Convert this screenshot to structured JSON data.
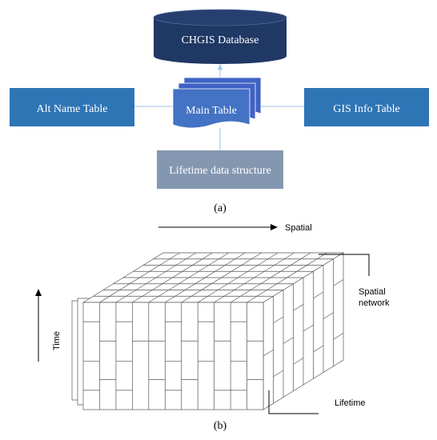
{
  "panel_a": {
    "database_label": "CHGIS Database",
    "alt_name_label": "Alt Name Table",
    "main_table_label": "Main Table",
    "gis_info_label": "GIS Info Table",
    "lifetime_label": "Lifetime data structure",
    "caption": "(a)"
  },
  "panel_b": {
    "spatial_label": "Spatial",
    "time_label": "Time",
    "spatial_network_label_line1": "Spatial",
    "spatial_network_label_line2": "network",
    "lifetime_label": "Lifetime",
    "caption": "(b)"
  },
  "colors": {
    "database": "#1f3864",
    "blue_box": "#2e75b6",
    "main_table": "#4472c4",
    "main_table_back": "#3f62c4",
    "lifetime_box": "#8497b0",
    "connector": "#9dc3e6"
  }
}
